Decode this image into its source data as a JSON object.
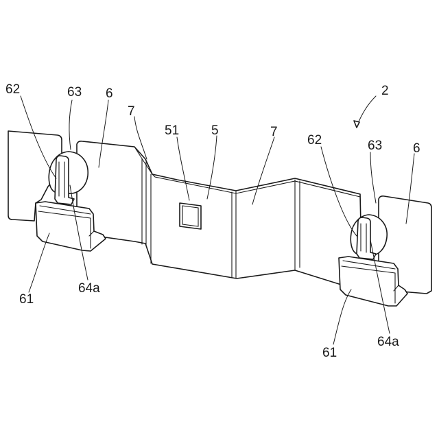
{
  "labels": {
    "assembly": "2",
    "left_hook": "62",
    "left_notch": "63",
    "left_plate": "6",
    "left_bend": "7",
    "window": "51",
    "center_plate": "5",
    "right_bend": "7",
    "right_hook": "62",
    "right_notch": "63",
    "right_plate": "6",
    "left_clip": "61",
    "left_slit": "64a",
    "right_clip": "61",
    "right_slit": "64a"
  }
}
